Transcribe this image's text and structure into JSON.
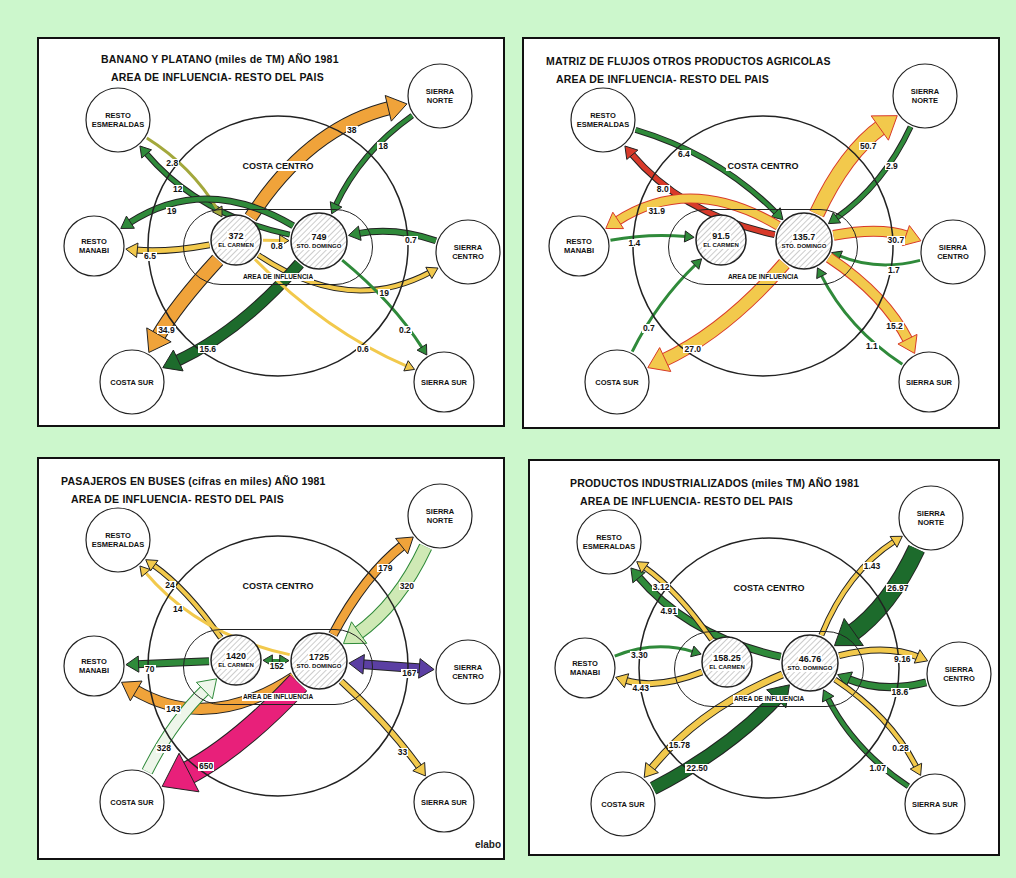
{
  "diagram": {
    "nodes": [
      {
        "text": [
          "BANANO Y PLATANO (miles de TM) AÑO 1981",
          "AREA DE INFLUENCIA- RESTO DEL PAIS"
        ]
      },
      {
        "text": [
          "COSTA CENTRO"
        ],
        "in": 0
      },
      {
        "text": [
          "AREA DE INFLUENCIA"
        ],
        "in": 1
      },
      {
        "text": [
          "372",
          "EL CARMEN"
        ],
        "in": 2
      },
      {
        "text": [
          "749",
          "STO. DOMINGO"
        ],
        "in": 2
      },
      {
        "text": [
          "RESTO ESMERALDAS"
        ],
        "in": 0
      },
      {
        "text": [
          "SIERRA NORTE"
        ],
        "in": 0
      },
      {
        "text": [
          "RESTO MANABI"
        ],
        "in": 0
      },
      {
        "text": [
          "SIERRA CENTRO"
        ],
        "in": 0
      },
      {
        "text": [
          "COSTA SUR"
        ],
        "in": 0
      },
      {
        "text": [
          "SIERRA SUR"
        ],
        "in": 0
      },
      {
        "text": [
          "MATRIZ DE FLUJOS OTROS PRODUCTOS AGRICOLAS",
          "AREA DE INFLUENCIA- RESTO DEL PAIS"
        ]
      },
      {
        "text": [
          "COSTA CENTRO"
        ],
        "in": 11
      },
      {
        "text": [
          "AREA DE INFLUENCIA"
        ],
        "in": 12
      },
      {
        "text": [
          "91.5",
          "EL CARMEN"
        ],
        "in": 13
      },
      {
        "text": [
          "135.7",
          "STO. DOMINGO"
        ],
        "in": 13
      },
      {
        "text": [
          "RESTO ESMERALDAS"
        ],
        "in": 11
      },
      {
        "text": [
          "SIERRA NORTE"
        ],
        "in": 11
      },
      {
        "text": [
          "RESTO MANABI"
        ],
        "in": 11
      },
      {
        "text": [
          "SIERRA CENTRO"
        ],
        "in": 11
      },
      {
        "text": [
          "COSTA SUR"
        ],
        "in": 11
      },
      {
        "text": [
          "SIERRA SUR"
        ],
        "in": 11
      },
      {
        "text": [
          "PASAJEROS EN BUSES (cifras en miles) AÑO 1981",
          "AREA DE INFLUENCIA- RESTO DEL PAIS"
        ]
      },
      {
        "text": [
          "COSTA CENTRO"
        ],
        "in": 22
      },
      {
        "text": [
          "AREA DE INFLUENCIA"
        ],
        "in": 23
      },
      {
        "text": [
          "1420",
          "EL CARMEN"
        ],
        "in": 24
      },
      {
        "text": [
          "1725",
          "STO. DOMINGO"
        ],
        "in": 24
      },
      {
        "text": [
          "RESTO ESMERALDAS"
        ],
        "in": 22
      },
      {
        "text": [
          "SIERRA NORTE"
        ],
        "in": 22
      },
      {
        "text": [
          "RESTO MANABI"
        ],
        "in": 22
      },
      {
        "text": [
          "SIERRA CENTRO"
        ],
        "in": 22
      },
      {
        "text": [
          "COSTA SUR"
        ],
        "in": 22
      },
      {
        "text": [
          "SIERRA SUR"
        ],
        "in": 22
      },
      {
        "text": [
          "PRODUCTOS INDUSTRIALIZADOS (miles TM) AÑO 1981",
          "AREA DE INFLUENCIA- RESTO DEL PAIS"
        ]
      },
      {
        "text": [
          "COSTA CENTRO"
        ],
        "in": 33
      },
      {
        "text": [
          "AREA DE INFLUENCIA"
        ],
        "in": 34
      },
      {
        "text": [
          "158.25",
          "EL CARMEN"
        ],
        "in": 35
      },
      {
        "text": [
          "46.76",
          "STO. DOMINGO"
        ],
        "in": 35
      },
      {
        "text": [
          "RESTO ESMERALDAS"
        ],
        "in": 33
      },
      {
        "text": [
          "SIERRA NORTE"
        ],
        "in": 33
      },
      {
        "text": [
          "RESTO MANABI"
        ],
        "in": 33
      },
      {
        "text": [
          "SIERRA CENTRO"
        ],
        "in": 33
      },
      {
        "text": [
          "COSTA SUR"
        ],
        "in": 33
      },
      {
        "text": [
          "SIERRA SUR"
        ],
        "in": 33
      }
    ],
    "edges": [
      {
        "from": 4,
        "to": 5,
        "arrow": "to",
        "label": "12"
      },
      {
        "from": 5,
        "to": 3,
        "arrow": "to",
        "label": "2.8"
      },
      {
        "from": 3,
        "to": 6,
        "arrow": "to",
        "label": "38"
      },
      {
        "from": 6,
        "to": 4,
        "arrow": "to",
        "label": "18"
      },
      {
        "from": 4,
        "to": 7,
        "arrow": "to",
        "label": "19"
      },
      {
        "from": 3,
        "to": 7,
        "arrow": "to",
        "label": "6.5"
      },
      {
        "from": 8,
        "to": 4,
        "arrow": "to",
        "label": "0.7"
      },
      {
        "from": 3,
        "to": 8,
        "arrow": "to",
        "label": "19"
      },
      {
        "from": 3,
        "to": 9,
        "arrow": "to",
        "label": "34.9"
      },
      {
        "from": 4,
        "to": 9,
        "arrow": "to",
        "label": "15.6"
      },
      {
        "from": 4,
        "to": 10,
        "arrow": "to",
        "label": "0.2"
      },
      {
        "from": 3,
        "to": 10,
        "arrow": "to",
        "label": "0.6"
      },
      {
        "from": 3,
        "to": 4,
        "arrow": "to",
        "label": "0.8"
      },
      {
        "from": 15,
        "to": 16,
        "arrow": "to",
        "label": "8.0"
      },
      {
        "from": 16,
        "to": 15,
        "arrow": "to",
        "label": "6.4"
      },
      {
        "from": 15,
        "to": 17,
        "arrow": "to",
        "label": "50.7"
      },
      {
        "from": 17,
        "to": 15,
        "arrow": "to",
        "label": "2.9"
      },
      {
        "from": 15,
        "to": 18,
        "arrow": "to",
        "label": "31.9"
      },
      {
        "from": 18,
        "to": 14,
        "arrow": "to",
        "label": "1.4"
      },
      {
        "from": 15,
        "to": 19,
        "arrow": "to",
        "label": "30.7"
      },
      {
        "from": 19,
        "to": 15,
        "arrow": "to",
        "label": "1.7"
      },
      {
        "from": 15,
        "to": 20,
        "arrow": "to",
        "label": "27.0"
      },
      {
        "from": 20,
        "to": 14,
        "arrow": "to",
        "label": "0.7"
      },
      {
        "from": 15,
        "to": 21,
        "arrow": "to",
        "label": "15.2"
      },
      {
        "from": 21,
        "to": 15,
        "arrow": "to",
        "label": "1.1"
      },
      {
        "from": 25,
        "to": 27,
        "arrow": "to",
        "label": "24"
      },
      {
        "from": 26,
        "to": 27,
        "arrow": "to",
        "label": "14"
      },
      {
        "from": 26,
        "to": 28,
        "arrow": "to",
        "label": "179"
      },
      {
        "from": 28,
        "to": 26,
        "arrow": "to",
        "label": "320"
      },
      {
        "from": 25,
        "to": 29,
        "arrow": "to",
        "label": "70"
      },
      {
        "from": 26,
        "to": 29,
        "arrow": "to",
        "label": "143"
      },
      {
        "from": 26,
        "to": 30,
        "arrow": "both",
        "label": "167"
      },
      {
        "from": 26,
        "to": 31,
        "arrow": "to",
        "label": "650"
      },
      {
        "from": 31,
        "to": 25,
        "arrow": "to",
        "label": "328"
      },
      {
        "from": 26,
        "to": 32,
        "arrow": "to",
        "label": "33"
      },
      {
        "from": 25,
        "to": 26,
        "arrow": "both",
        "label": "152"
      },
      {
        "from": 37,
        "to": 38,
        "arrow": "to",
        "label": "4.91"
      },
      {
        "from": 36,
        "to": 38,
        "arrow": "to",
        "label": "3.12"
      },
      {
        "from": 37,
        "to": 39,
        "arrow": "to",
        "label": "1.43"
      },
      {
        "from": 39,
        "to": 37,
        "arrow": "to",
        "label": "26.97"
      },
      {
        "from": 36,
        "to": 40,
        "arrow": "to",
        "label": "4.43"
      },
      {
        "from": 40,
        "to": 36,
        "arrow": "to",
        "label": "3.30"
      },
      {
        "from": 37,
        "to": 41,
        "arrow": "to",
        "label": "9.16"
      },
      {
        "from": 41,
        "to": 37,
        "arrow": "to",
        "label": "18.6"
      },
      {
        "from": 42,
        "to": 37,
        "arrow": "to",
        "label": "22.50"
      },
      {
        "from": 37,
        "to": 42,
        "arrow": "to",
        "label": "15.78"
      },
      {
        "from": 37,
        "to": 43,
        "arrow": "to",
        "label": "0.28"
      },
      {
        "from": 43,
        "to": 37,
        "arrow": "to",
        "label": "1.07"
      }
    ],
    "labels": [
      "elabo"
    ]
  }
}
